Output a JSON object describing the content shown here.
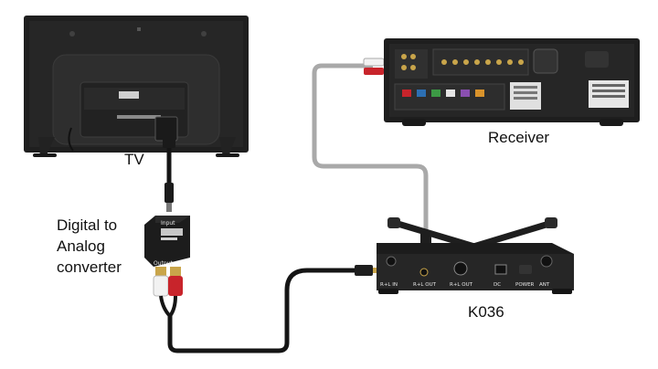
{
  "labels": {
    "tv": "TV",
    "converter_line1": "Digital to",
    "converter_line2": "Analog",
    "converter_line3": "converter",
    "receiver": "Receiver",
    "mic_unit": "K036"
  },
  "device_text": {
    "panel_rl_in": "R+L IN",
    "panel_rl_out": "R+L OUT",
    "panel_rl_out2": "R+L OUT",
    "panel_dc": "DC",
    "panel_power": "POWER",
    "panel_ant": "ANT",
    "converter_input": "Input",
    "converter_output": "Output"
  },
  "colors": {
    "device_body": "#1e1e1e",
    "device_panel": "#2c2c2c",
    "cable_black": "#151515",
    "cable_gray": "#a9a9a9",
    "rca_red": "#c8242b",
    "rca_white": "#f2f2f2",
    "gold": "#c9a54a"
  }
}
